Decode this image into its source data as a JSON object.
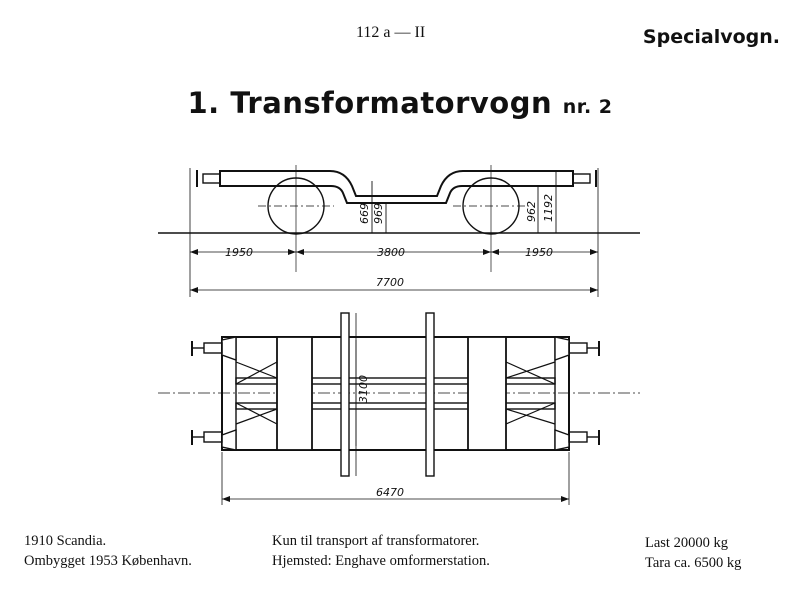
{
  "header": {
    "page_ref": "112 a — II",
    "category": "Specialvogn."
  },
  "title": {
    "number": "1.",
    "name": "Transformatorvogn",
    "suffix": "nr. 2"
  },
  "dimensions": {
    "side_left": "1950",
    "side_middle": "3800",
    "side_right": "1950",
    "total_length": "7700",
    "height_left_a": "669",
    "height_left_b": "969",
    "height_right_a": "962",
    "height_right_b": "1192",
    "width": "3100",
    "frame_length": "6470"
  },
  "footer": {
    "left": [
      "1910 Scandia.",
      "Ombygget 1953 København."
    ],
    "center": [
      "Kun til transport af transformatorer.",
      "Hjemsted: Enghave omformerstation."
    ],
    "right": [
      "Last  20000  kg",
      "Tara  ca.  6500  kg"
    ]
  }
}
